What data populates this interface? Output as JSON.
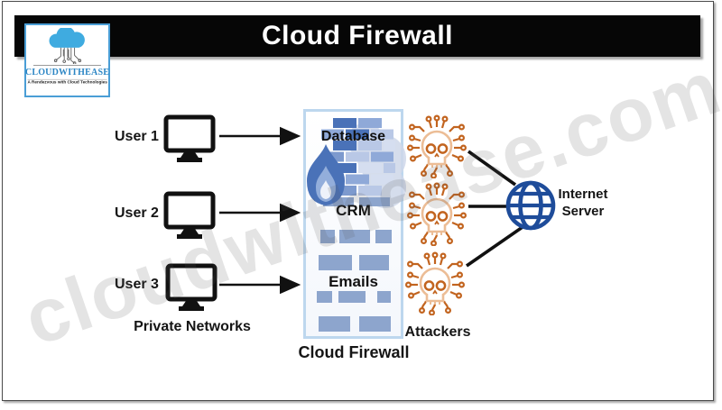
{
  "header": {
    "title": "Cloud Firewall"
  },
  "logo": {
    "name": "CLOUDWITHEASE",
    "tagline": "A Rendezvous with Cloud Technologies"
  },
  "watermark": {
    "text": "cloudwithease.com"
  },
  "diagram": {
    "users": [
      {
        "label": "User 1"
      },
      {
        "label": "User 2"
      },
      {
        "label": "User 3"
      }
    ],
    "private_networks_label": "Private Networks",
    "firewall": {
      "top_label": "Database",
      "middle_label": "CRM",
      "bottom_label": "Emails",
      "caption": "Cloud Firewall"
    },
    "attackers_label": "Attackers",
    "internet_server": {
      "line1": "Internet",
      "line2": "Server"
    }
  },
  "colors": {
    "title_bar": "#060606",
    "title_text": "#ffffff",
    "logo_cloud_blue": "#3fabe0",
    "logo_text_blue": "#2b85c4",
    "firewall_border": "#bdd7ee",
    "brick_dark": "#4a72b8",
    "brick_medium": "#8da5cd",
    "brick_light": "#b9c8e6",
    "brick_pale": "#d5def0",
    "flame_blue": "#4a72b8",
    "attacker_orange": "#c2641f",
    "attacker_skull": "#ecbd96",
    "globe_blue": "#1e4c9a",
    "connector_black": "#111111"
  }
}
